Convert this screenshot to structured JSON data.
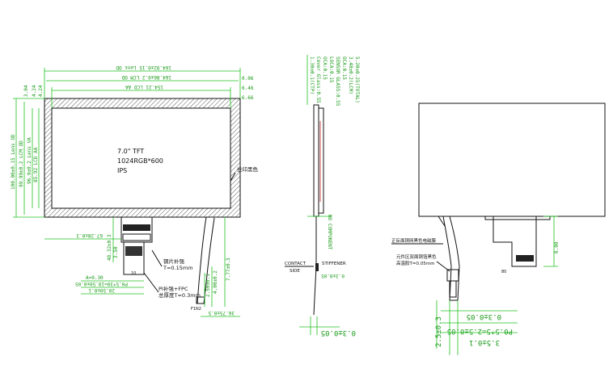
{
  "front": {
    "panel_text": [
      "7.0\" TFT",
      "1024RGB*600",
      "IPS"
    ],
    "silk_label": "丝印黑色",
    "top_dims": [
      "164.92±0.15 Lens OD",
      "164.86±0.2 LCM OD",
      "154.21 LCD AA"
    ],
    "right_dims": [
      "0.06",
      "6.46",
      "6.66"
    ],
    "left_top_dims": [
      "3.04",
      "4.24",
      "4.24"
    ],
    "left_vert_dims": [
      "100.00±0.15 Lens OD",
      "99.99±0.2 LCM OD",
      "85.92 LCD AA",
      "96.9±0.2 Lens VA"
    ],
    "fpc_dims": [
      "67.28±0.3",
      "48.32±0.3",
      "3.50",
      "A=0.30",
      "P0.5*39=19.50±0.05",
      "20.50±0.1"
    ],
    "bottom_dims": [
      "2.50±0.1",
      "4.00±0.2",
      "7.77±0.5",
      "36.75±0.5"
    ],
    "notes": [
      "钢片补强",
      "T=0.15mm",
      "PI补强+FPC",
      "总厚度T=0.3mm"
    ],
    "pin_labels": [
      "10",
      "F1N2"
    ]
  },
  "side": {
    "stack": [
      "1.30±0.1(CTP)",
      "Cover Glass:0.55",
      "OCA:0.15",
      "LOCA:0.15",
      "SENSOR GLASS:0.55",
      "OCA:0.15",
      "3.48±0.2(LCM)",
      "5.20±0.25(TOTAL)"
    ],
    "no_component": "NO COMPONENT",
    "contact_side": [
      "CONTACT",
      "SIDE"
    ],
    "stiffener": "STIFFENER",
    "stiffener_dim": "0.3±0.05",
    "bottom_dim": "0.3±0.05"
  },
  "back": {
    "notes": [
      "正反面铜网黑色电磁膜",
      "元件区双面铜箔黑色",
      "高温胶T=0.05mm"
    ],
    "dims": [
      "6.00",
      "0.3±0.05",
      "P0.5*5=2.5±0.05",
      "2.5±0.3",
      "3.5±0.1"
    ],
    "pin_label": "80"
  }
}
